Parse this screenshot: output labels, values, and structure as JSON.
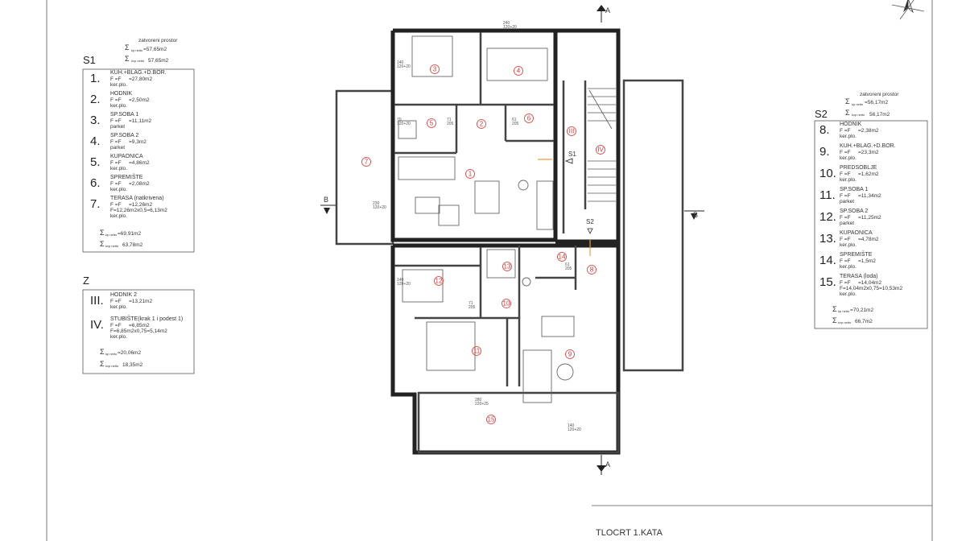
{
  "title": "TLOCRT 1.KATA",
  "section_marks": {
    "a_top": "A",
    "a_bottom": "A",
    "b_left": "B",
    "b_right": "B"
  },
  "s1": {
    "code": "S1",
    "summary_title": "zatvoreni prostor",
    "sum1": "=57,65m2",
    "sum2": "57,65m2",
    "rooms": [
      {
        "num": "1.",
        "name": "KUH.+BLAG.+D.BOR.",
        "area": "=27,80m2",
        "floor": "ker.plo."
      },
      {
        "num": "2.",
        "name": "HODNIK",
        "area": "=2,50m2",
        "floor": "ker.plo."
      },
      {
        "num": "3.",
        "name": "SP.SOBA 1",
        "area": "=11,11m2",
        "floor": "parket"
      },
      {
        "num": "4.",
        "name": "SP.SOBA 2",
        "area": "=9,3m2",
        "floor": "parket"
      },
      {
        "num": "5.",
        "name": "KUPAONICA",
        "area": "=4,86m2",
        "floor": "ker.plo."
      },
      {
        "num": "6.",
        "name": "SPREMIŠTE",
        "area": "=2,08m2",
        "floor": "ker.plo."
      },
      {
        "num": "7.",
        "name": "TERASA  (natkrivena)",
        "area": "=12,26m2",
        "area2": "=12,26m2x0,5=6,13m2",
        "floor": "ker.plo."
      }
    ],
    "total1": "=69,91m2",
    "total2": "63,78m2"
  },
  "s2": {
    "code": "S2",
    "summary_title": "zatvoreni prostor",
    "sum1": "=56,17m2",
    "sum2": "56,17m2",
    "rooms": [
      {
        "num": "8.",
        "name": "HODNIK",
        "area": "=2,38m2",
        "floor": "ker.plo."
      },
      {
        "num": "9.",
        "name": "KUH.+BLAG.+D.BOR.",
        "area": "=23,3m2",
        "floor": "ker.plo."
      },
      {
        "num": "10.",
        "name": "PREDSOBLJE",
        "area": "=1,62m2",
        "floor": "ker.plo."
      },
      {
        "num": "11.",
        "name": "SP.SOBA 1",
        "area": "=11,34m2",
        "floor": "parket"
      },
      {
        "num": "12.",
        "name": "SP.SOBA 2",
        "area": "=11,25m2",
        "floor": "parket"
      },
      {
        "num": "13.",
        "name": "KUPAONICA",
        "area": "=4,78m2",
        "floor": "ker.plo."
      },
      {
        "num": "14.",
        "name": "SPREMIŠTE",
        "area": "=1,5m2",
        "floor": "ker.plo."
      },
      {
        "num": "15.",
        "name": "TERASA  (loda)",
        "area": "=14,04m2",
        "area2": "=14,04m2x0,75=10,53m2",
        "floor": "ker.plo."
      }
    ],
    "total1": "=70,21m2",
    "total2": "66,7m2"
  },
  "z": {
    "code": "Z",
    "rooms": [
      {
        "num": "III.",
        "name": "HODNIK 2",
        "area": "=13,21m2",
        "floor": "ker.plo."
      },
      {
        "num": "IV.",
        "name": "STUBIŠTE(krak 1 i podest 1)",
        "area": "=6,85m2",
        "area2": "=6,85m2x0,75=5,14m2",
        "floor": "ker.plo."
      }
    ],
    "total1": "=20,06m2",
    "total2": "18,35m2"
  },
  "plan_labels": {
    "rooms": [
      "1",
      "2",
      "3",
      "4",
      "5",
      "6",
      "7",
      "III",
      "IV",
      "8",
      "9",
      "10",
      "11",
      "12",
      "13",
      "14",
      "15"
    ],
    "unit_s1": "S1",
    "unit_s2": "S2",
    "dims": [
      "140",
      "120+20",
      "70",
      "120+20",
      "71",
      "205",
      "61",
      "205",
      "230",
      "120+20",
      "140",
      "120+20",
      "71",
      "205",
      "61",
      "205",
      "240",
      "120+20",
      "280",
      "220+25",
      "140",
      "120+20"
    ]
  }
}
